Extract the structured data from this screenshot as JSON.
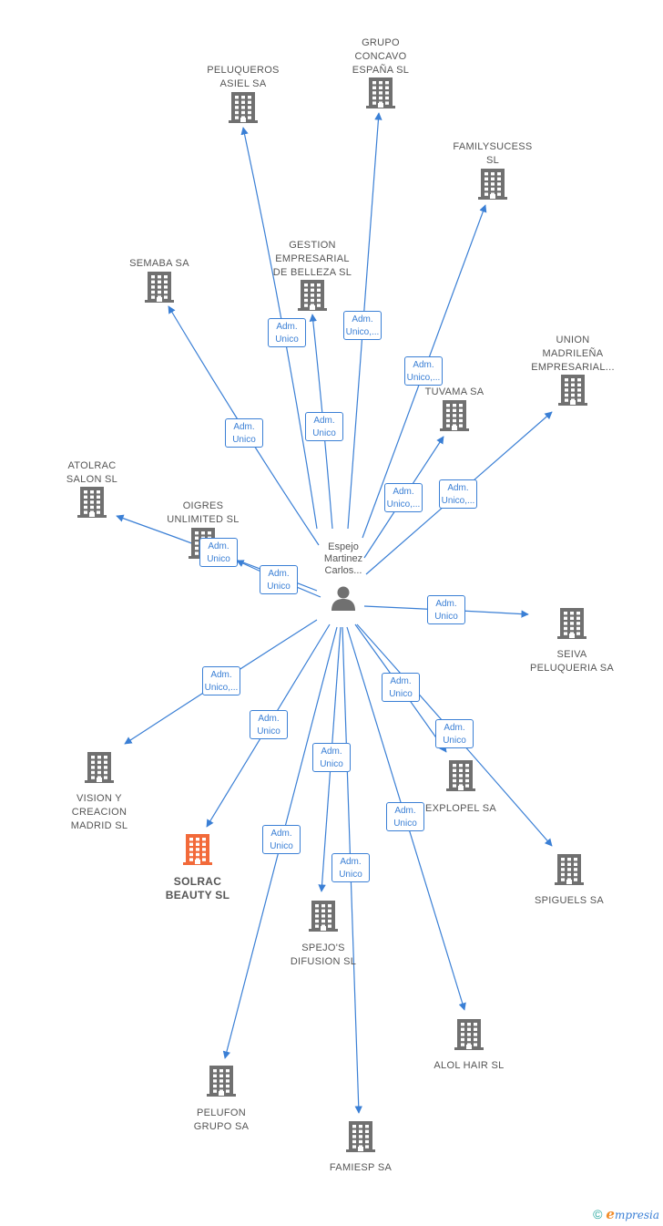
{
  "center": {
    "name_lines": "Espejo\nMartinez\nCarlos..."
  },
  "companies": [
    {
      "key": "peluqueros",
      "label": "PELUQUEROS\nASIEL SA"
    },
    {
      "key": "grupo",
      "label": "GRUPO\nCONCAVO\nESPAÑA  SL"
    },
    {
      "key": "familysucess",
      "label": "FAMILYSUCESS\nSL"
    },
    {
      "key": "gestion",
      "label": "GESTION\nEMPRESARIAL\nDE BELLEZA SL"
    },
    {
      "key": "semaba",
      "label": "SEMABA SA"
    },
    {
      "key": "union",
      "label": "UNION\nMADRILEÑA\nEMPRESARIAL..."
    },
    {
      "key": "tuvama",
      "label": "TUVAMA SA"
    },
    {
      "key": "atolrac",
      "label": "ATOLRAC\nSALON  SL"
    },
    {
      "key": "oigres",
      "label": "OIGRES\nUNLIMITED  SL"
    },
    {
      "key": "seiva",
      "label": "SEIVA\nPELUQUERIA SA"
    },
    {
      "key": "vision",
      "label": "VISION Y\nCREACION\nMADRID  SL"
    },
    {
      "key": "solrac",
      "label": "SOLRAC\nBEAUTY  SL",
      "highlight": true
    },
    {
      "key": "explopel",
      "label": "EXPLOPEL SA"
    },
    {
      "key": "spiguels",
      "label": "SPIGUELS SA"
    },
    {
      "key": "spejos",
      "label": "SPEJO'S\nDIFUSION  SL"
    },
    {
      "key": "alol",
      "label": "ALOL HAIR  SL"
    },
    {
      "key": "pelufon",
      "label": "PELUFON\nGRUPO SA"
    },
    {
      "key": "famiesp",
      "label": "FAMIESP SA"
    }
  ],
  "roles": {
    "peluqueros": {
      "l1": "Adm.",
      "l2": "Unico"
    },
    "grupo": {
      "l1": "Adm.",
      "l2": "Unico,..."
    },
    "familysucess": {
      "l1": "Adm.",
      "l2": "Unico,..."
    },
    "gestion": {
      "l1": "Adm.",
      "l2": "Unico"
    },
    "semaba": {
      "l1": "Adm.",
      "l2": "Unico"
    },
    "union": {
      "l1": "Adm.",
      "l2": "Unico,..."
    },
    "tuvama": {
      "l1": "Adm.",
      "l2": "Unico,..."
    },
    "atolrac": {
      "l1": "Adm.",
      "l2": "Unico"
    },
    "oigres": {
      "l1": "Adm.",
      "l2": "Unico"
    },
    "seiva": {
      "l1": "Adm.",
      "l2": "Unico"
    },
    "vision": {
      "l1": "Adm.",
      "l2": "Unico,..."
    },
    "solrac": {
      "l1": "Adm.",
      "l2": "Unico"
    },
    "explopel": {
      "l1": "Adm.",
      "l2": "Unico"
    },
    "spiguels": {
      "l1": "Adm.",
      "l2": "Unico"
    },
    "spejos": {
      "l1": "Adm.",
      "l2": "Unico"
    },
    "alol": {
      "l1": "Adm.",
      "l2": "Unico"
    },
    "pelufon": {
      "l1": "Adm.",
      "l2": "Unico"
    },
    "famiesp": {
      "l1": "Adm.",
      "l2": "Unico"
    }
  },
  "colors": {
    "edge": "#3a7fd5",
    "building": "#707070",
    "highlight": "#f26a3a",
    "person": "#707070"
  },
  "icons": {
    "company": "building-icon",
    "person": "person-icon"
  },
  "footer": {
    "copyright": "©",
    "brand_initial": "e",
    "brand_rest": "mpresia"
  }
}
